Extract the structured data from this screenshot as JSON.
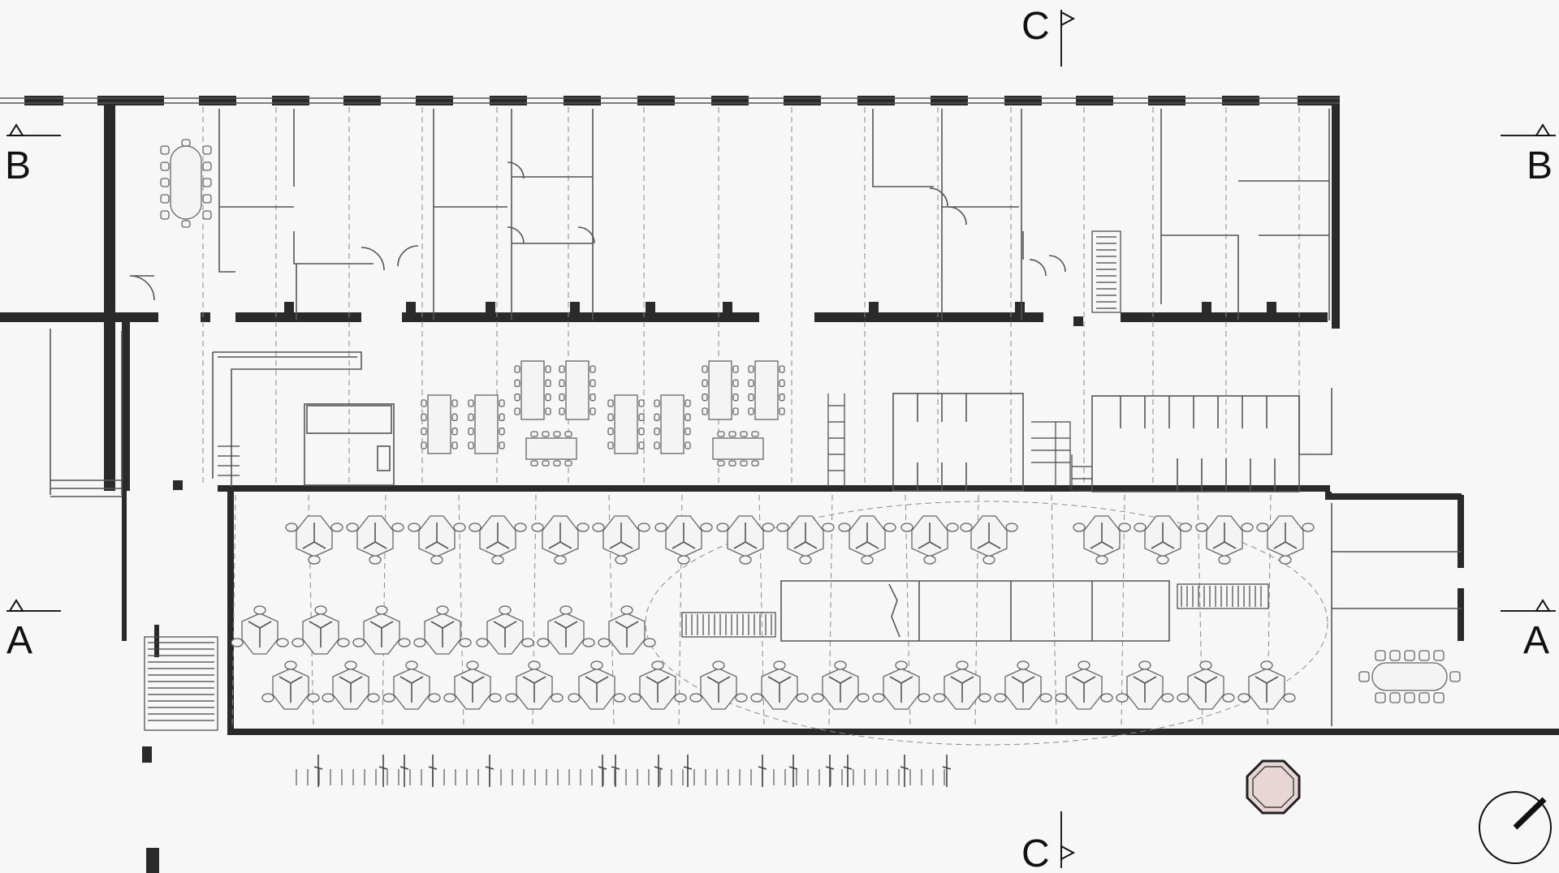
{
  "sections": {
    "a": "A",
    "b": "B",
    "c": "C"
  },
  "colors": {
    "background": "#f7f7f7",
    "wall": "#2a2a2a",
    "kiosk_fill": "#e8d6d4"
  },
  "icons": [
    "section-marker-icon",
    "north-arrow-icon",
    "octagon-kiosk-icon"
  ]
}
